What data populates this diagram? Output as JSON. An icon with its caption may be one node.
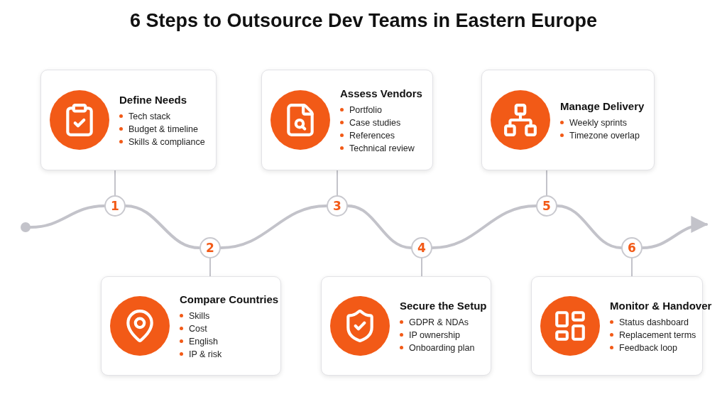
{
  "diagram": {
    "title": "6 Steps to Outsource Dev Teams in Eastern Europe",
    "nodes": [
      {
        "text": [
          "Define Needs",
          "Tech stack",
          "Budget & timeline",
          "Skills & compliance"
        ]
      },
      {
        "text": [
          "Assess Vendors",
          "Portfolio",
          "Case studies",
          "References",
          "Technical review"
        ]
      },
      {
        "text": [
          "Manage Delivery",
          "Weekly sprints",
          "Timezone overlap"
        ]
      },
      {
        "text": [],
        "shape": "circle"
      },
      {
        "text": [
          "1"
        ]
      },
      {
        "text": [
          "2"
        ]
      },
      {
        "text": [
          "3"
        ]
      },
      {
        "text": [
          "4"
        ]
      },
      {
        "text": [
          "5"
        ]
      },
      {
        "text": [
          "6"
        ]
      },
      {
        "text": [
          "Compare Countries",
          "Skills",
          "Cost",
          "English",
          "IP & risk"
        ]
      },
      {
        "text": [
          "Secure the Setup",
          "GDPR & NDAs",
          "IP ownership",
          "Onboarding plan"
        ]
      },
      {
        "text": [
          "Monitor & Handover",
          "Status dashboard",
          "Replacement terms",
          "Feedback loop"
        ]
      }
    ],
    "edges": [
      {
        "from": 3,
        "to": 4,
        "arrow": "none"
      },
      {
        "from": 4,
        "to": 5,
        "arrow": "none"
      },
      {
        "from": 5,
        "to": 6,
        "arrow": "none"
      },
      {
        "from": 6,
        "to": 7,
        "arrow": "none"
      },
      {
        "from": 7,
        "to": 8,
        "arrow": "none"
      },
      {
        "from": 8,
        "to": 9,
        "arrow": "none"
      },
      {
        "from": 9,
        "to": null,
        "arrow": "to"
      },
      {
        "from": 4,
        "to": 0,
        "arrow": "none"
      },
      {
        "from": 5,
        "to": 10,
        "arrow": "none"
      },
      {
        "from": 6,
        "to": 1,
        "arrow": "none"
      },
      {
        "from": 7,
        "to": 11,
        "arrow": "none"
      },
      {
        "from": 8,
        "to": 2,
        "arrow": "none"
      },
      {
        "from": 9,
        "to": 12,
        "arrow": "none"
      }
    ]
  }
}
